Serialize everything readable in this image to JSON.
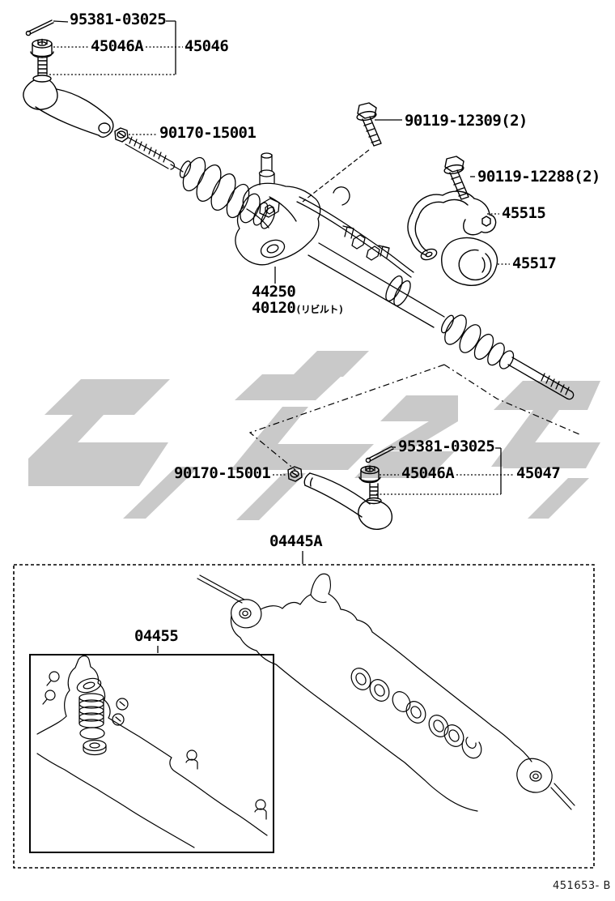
{
  "page": {
    "background": "#ffffff",
    "line_color": "#000000",
    "watermark_color": "#c9c9c9",
    "footer_code": "451653- B"
  },
  "labels": {
    "top_cotter_pin": "95381-03025",
    "top_castle_nut": "45046A",
    "tie_rod_end_rh": "45046",
    "top_lock_nut": "90170-15001",
    "bolt_upper": "90119-12309(2)",
    "bolt_lower": "90119-12288(2)",
    "clamp_bracket": "45515",
    "grommet": "45517",
    "steering_gear": "44250",
    "steering_gear_reman": "40120",
    "reman_note": "(リビルト)",
    "bottom_cotter_pin": "95381-03025",
    "bottom_lock_nut": "90170-15001",
    "bottom_castle_nut": "45046A",
    "tie_rod_end_lh": "45047",
    "rack_housing_kit": "04445A",
    "gear_overhaul_kit": "04455"
  }
}
